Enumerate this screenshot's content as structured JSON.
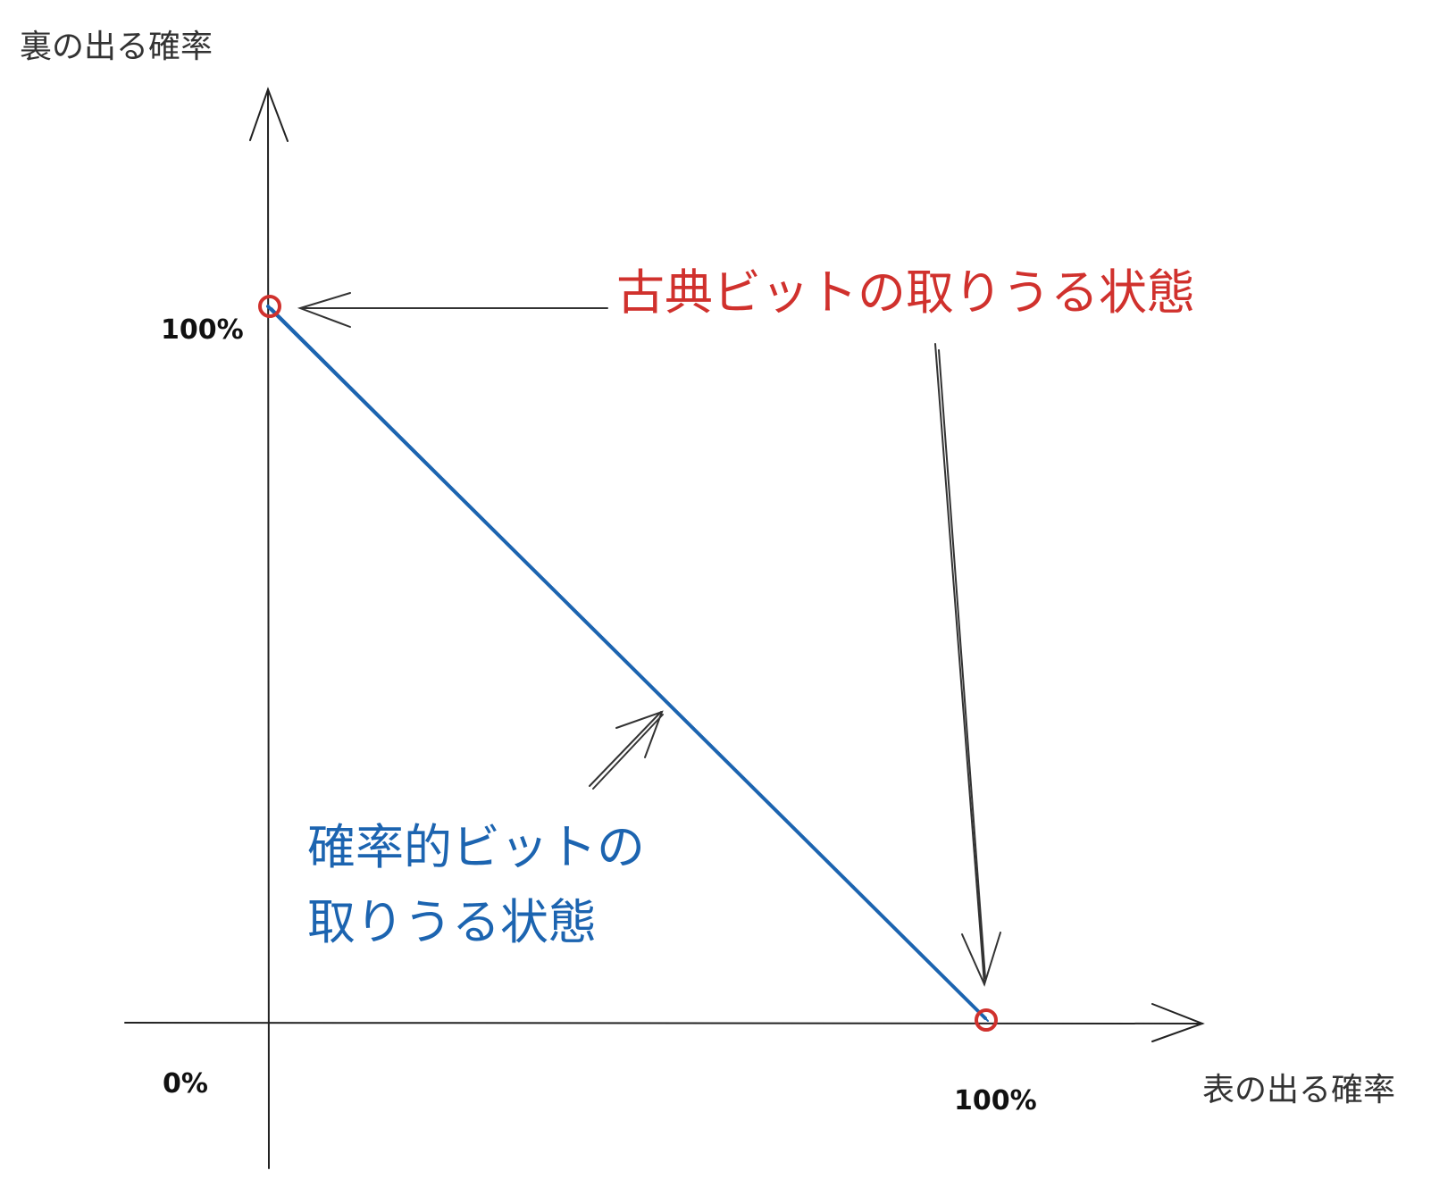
{
  "axes": {
    "y_title": "裏の出る確率",
    "x_title": "表の出る確率"
  },
  "ticks": {
    "origin": "0%",
    "y_max": "100%",
    "x_max": "100%"
  },
  "annotations": {
    "classical_states": "古典ビットの取りうる状態",
    "probabilistic_states_line1": "確率的ビットの",
    "probabilistic_states_line2": "取りうる状態"
  },
  "colors": {
    "classical": "#d0312d",
    "probabilistic": "#1c64b0",
    "axis": "#222222",
    "pointer_arrow": "#333333"
  }
}
